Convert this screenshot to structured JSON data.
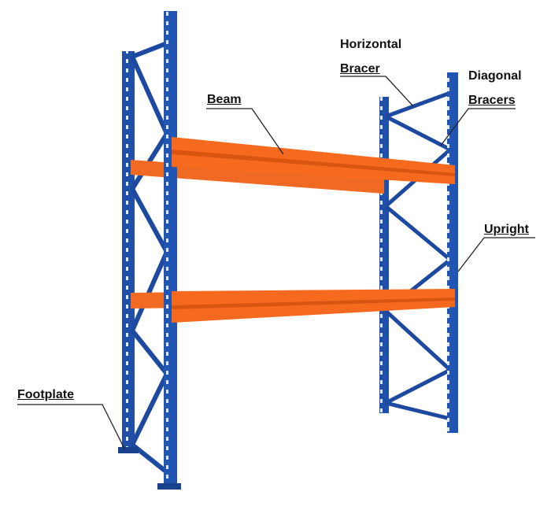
{
  "labels": {
    "horizontal_bracer_line1": "Horizontal",
    "horizontal_bracer_line2": "Bracer",
    "diagonal_bracers_line1": "Diagonal",
    "diagonal_bracers_line2": "Bracers",
    "beam": "Beam",
    "upright": "Upright",
    "footplate": "Footplate"
  },
  "colors": {
    "upright_blue": "#1f4fa8",
    "beam_orange": "#f0641e",
    "leader_line": "#222222"
  }
}
